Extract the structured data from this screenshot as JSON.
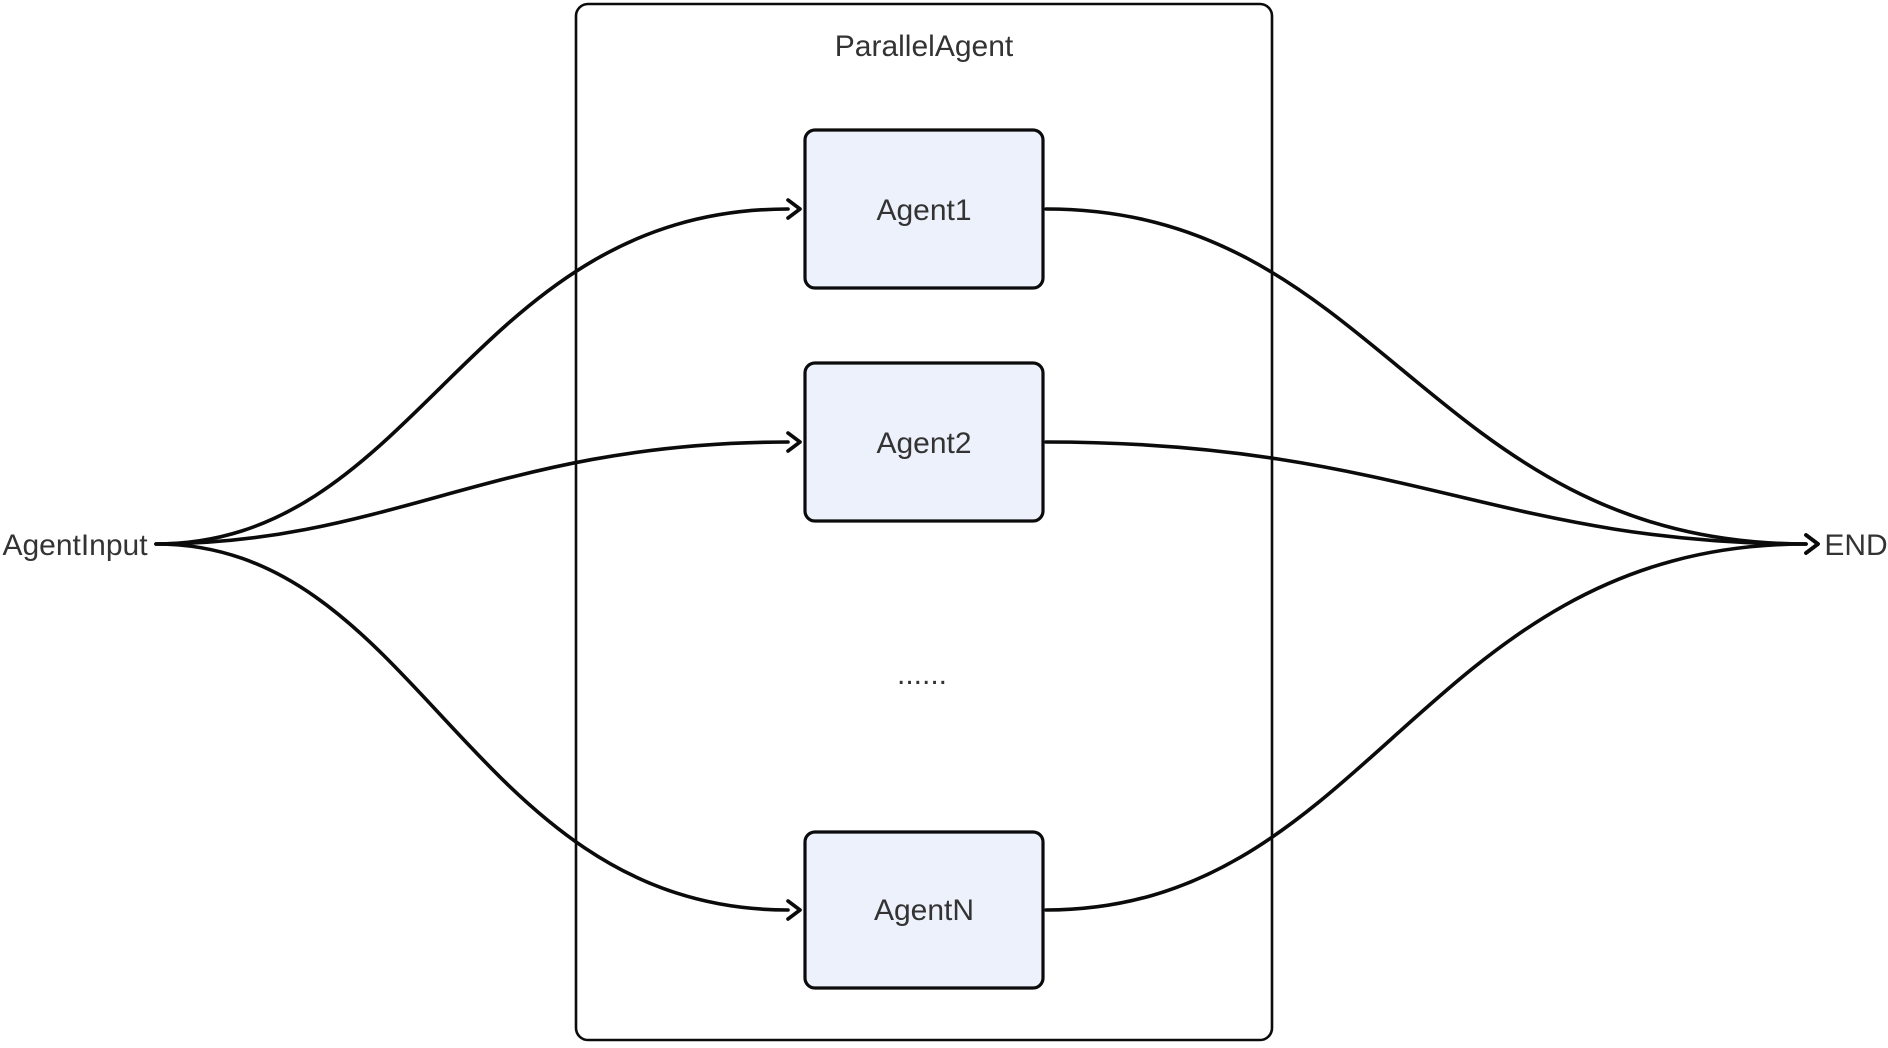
{
  "diagram": {
    "kind": "flowchart-parallel-fanout",
    "cluster": {
      "title": "ParallelAgent"
    },
    "start_node": {
      "label": "AgentInput"
    },
    "end_node": {
      "label": "END"
    },
    "agent_nodes": [
      {
        "label": "Agent1"
      },
      {
        "label": "Agent2"
      },
      {
        "label": "AgentN"
      }
    ],
    "ellipsis_label": "......",
    "edges": [
      {
        "from": "AgentInput",
        "to": "Agent1"
      },
      {
        "from": "AgentInput",
        "to": "Agent2"
      },
      {
        "from": "AgentInput",
        "to": "AgentN"
      },
      {
        "from": "Agent1",
        "to": "END"
      },
      {
        "from": "Agent2",
        "to": "END"
      },
      {
        "from": "AgentN",
        "to": "END"
      }
    ],
    "colors": {
      "background": "#ffffff",
      "node_fill": "#ecf1fb",
      "stroke": "#0b0b0b",
      "text": "#333333"
    }
  }
}
